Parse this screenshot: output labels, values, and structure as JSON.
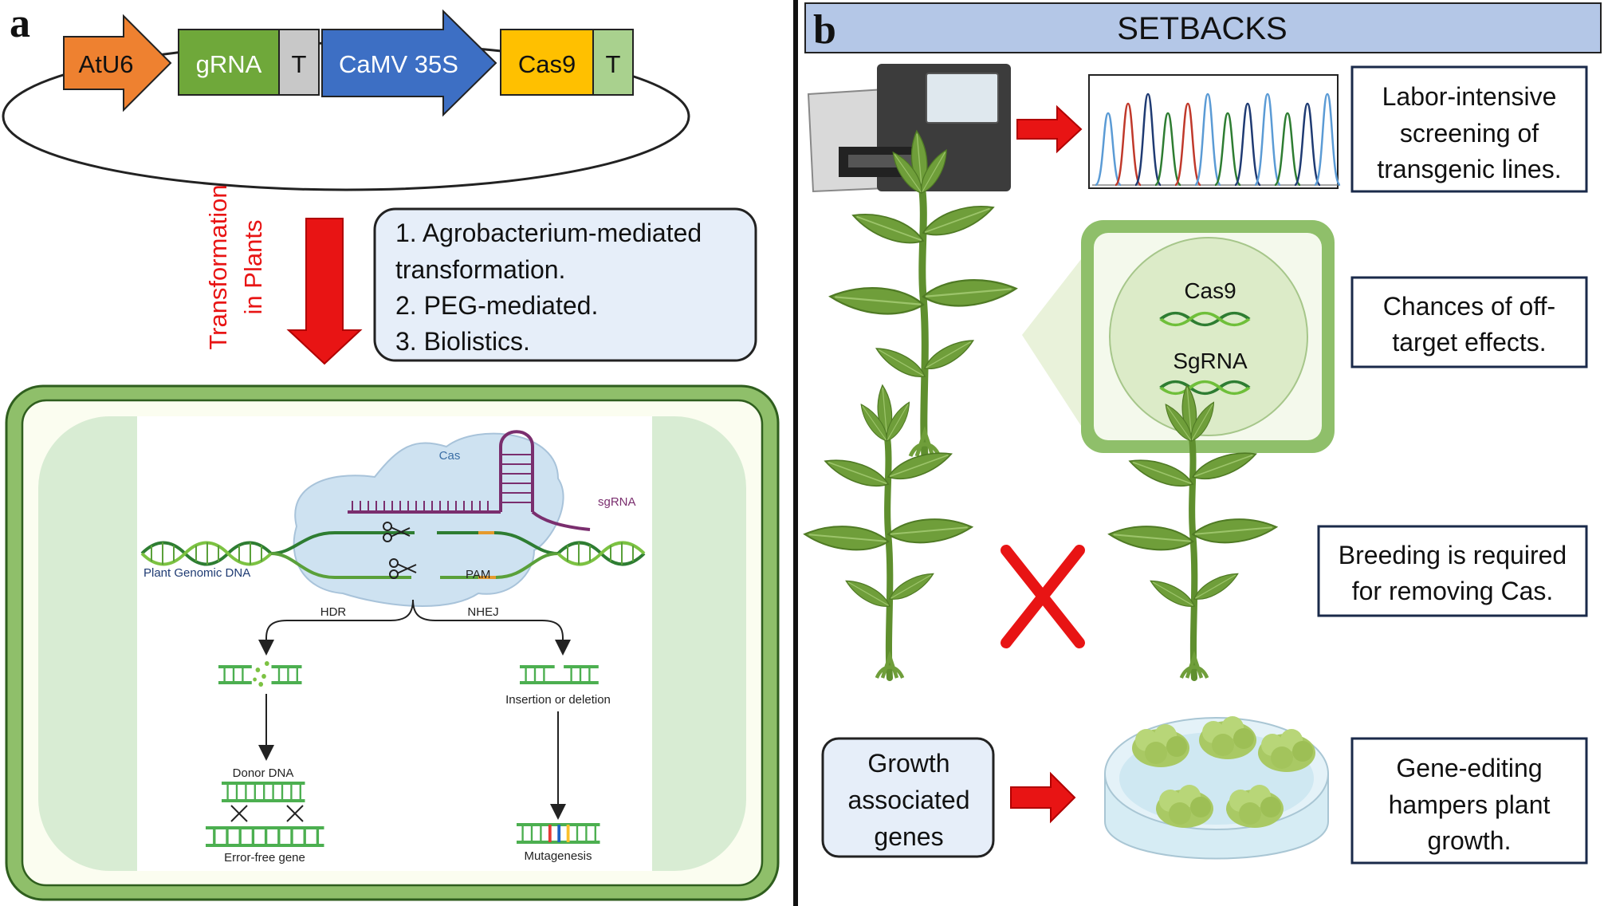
{
  "colors": {
    "promoter": "#ee8130",
    "grna": "#6fa83a",
    "terminator": "#c8c8c8",
    "camv": "#3d6fc4",
    "cas9": "#ffc000",
    "terminator2": "#a9d18e",
    "red_arrow": "#e81414",
    "cell_wall": "#8fbf6a",
    "panel_b_header": "#b4c7e7",
    "box_fill": "#e6eef9"
  },
  "panel_a": {
    "label": "a",
    "plasmid": {
      "promoter": "AtU6",
      "guide": "gRNA",
      "terminator": "T",
      "promoter2": "CaMV 35S",
      "nuclease": "Cas9",
      "terminator2": "T"
    },
    "transformation_label": [
      "Transformation",
      "in Plants"
    ],
    "methods": [
      "1. Agrobacterium-mediated",
      "transformation.",
      "2. PEG-mediated.",
      "3. Biolistics."
    ],
    "mechanism": {
      "cas": "Cas",
      "sgrna": "sgRNA",
      "genomic_dna": "Plant Genomic DNA",
      "pam": "PAM",
      "hdr": "HDR",
      "nhej": "NHEJ",
      "indel": "Insertion or deletion",
      "donor": "Donor DNA",
      "error_free": "Error-free gene",
      "mutagenesis": "Mutagenesis"
    }
  },
  "panel_b": {
    "label": "b",
    "title": "SETBACKS",
    "setback1": [
      "Labor-intensive",
      "screening of",
      "transgenic lines."
    ],
    "setback2": [
      "Chances of off-",
      "target effects."
    ],
    "cas9_label": "Cas9",
    "sgrna_label": "SgRNA",
    "setback3": [
      "Breeding is required",
      "for removing Cas."
    ],
    "growth_genes": [
      "Growth",
      "associated",
      "genes"
    ],
    "setback4": [
      "Gene-editing",
      "hampers plant",
      "growth."
    ]
  }
}
